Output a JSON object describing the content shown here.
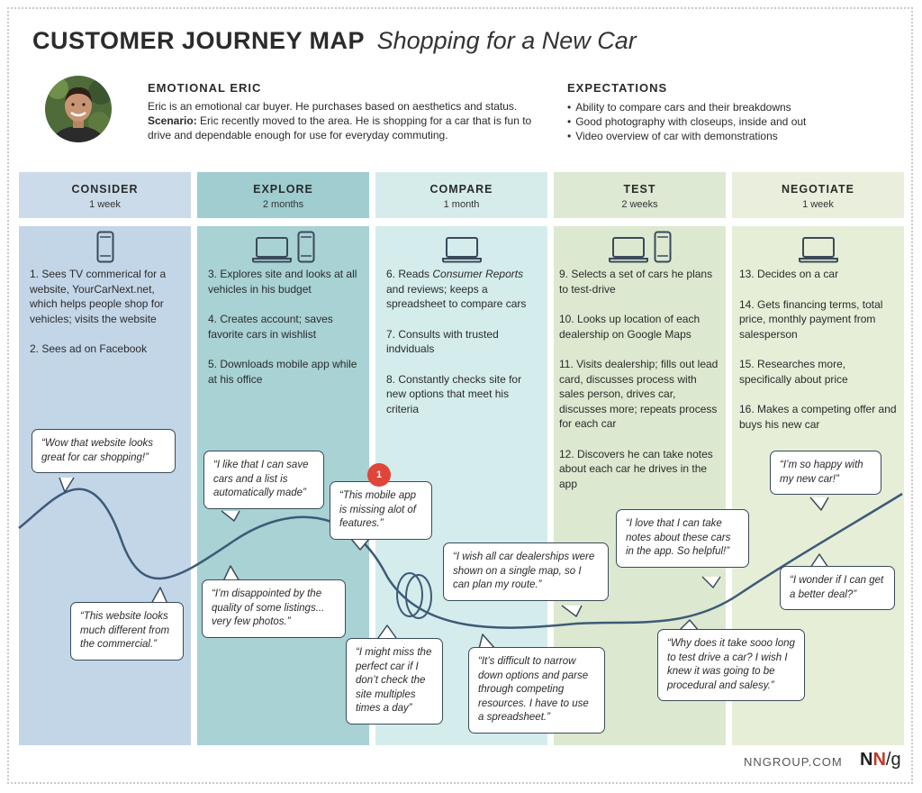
{
  "header": {
    "title": "CUSTOMER JOURNEY MAP",
    "subtitle": "Shopping for a New Car"
  },
  "persona": {
    "name": "EMOTIONAL ERIC",
    "line1": "Eric is an emotional car buyer. He purchases based on aesthetics and status.",
    "scenario_label": "Scenario:",
    "scenario_text": " Eric recently moved to the area. He is shopping for a car that is fun to drive and dependable enough for use for everyday commuting."
  },
  "expectations": {
    "title": "EXPECTATIONS",
    "items": [
      "Ability to compare cars and their breakdowns",
      "Good photography with closeups, inside and out",
      "Video overview of car with demonstrations"
    ]
  },
  "phases": [
    {
      "stage": "CONSIDER",
      "duration": "1 week",
      "devices": [
        "phone-icon"
      ],
      "steps": [
        {
          "num": "1.",
          "text": "Sees TV commerical for a website, YourCarNext.net, which helps people shop for vehicles; visits the website"
        },
        {
          "num": "2.",
          "text": "Sees ad on Facebook"
        }
      ]
    },
    {
      "stage": "EXPLORE",
      "duration": "2 months",
      "devices": [
        "laptop-icon",
        "phone-icon"
      ],
      "steps": [
        {
          "num": "3.",
          "text": "Explores site and looks at all vehicles in his budget"
        },
        {
          "num": "4.",
          "text": "Creates account; saves favorite cars in wishlist"
        },
        {
          "num": "5.",
          "text": "Downloads mobile app while at his office"
        }
      ]
    },
    {
      "stage": "COMPARE",
      "duration": "1 month",
      "devices": [
        "laptop-icon"
      ],
      "steps": [
        {
          "num": "6.",
          "text_prefix": "Reads ",
          "text_em": "Consumer Reports",
          "text": " and reviews; keeps a spreadsheet to compare cars"
        },
        {
          "num": "7.",
          "text": "Consults with trusted indviduals"
        },
        {
          "num": "8.",
          "text": "Constantly checks site for new options that meet his criteria"
        }
      ]
    },
    {
      "stage": "TEST",
      "duration": "2 weeks",
      "devices": [
        "laptop-icon",
        "phone-icon"
      ],
      "steps": [
        {
          "num": "9.",
          "text": "Selects a set of cars he plans to test-drive"
        },
        {
          "num": "10.",
          "text": "Looks up location of each dealership on Google Maps"
        },
        {
          "num": "11.",
          "text": "Visits dealership; fills out lead card, discusses process with sales person, drives car, discusses more; repeats process for each car"
        },
        {
          "num": "12.",
          "text": "Discovers he can take notes about each car he drives in the app"
        }
      ]
    },
    {
      "stage": "NEGOTIATE",
      "duration": "1 week",
      "devices": [
        "laptop-icon"
      ],
      "steps": [
        {
          "num": "13.",
          "text": "Decides on a car"
        },
        {
          "num": "14.",
          "text": "Gets financing terms, total price, monthly payment from salesperson"
        },
        {
          "num": "15.",
          "text": "Researches more, specifically about price"
        },
        {
          "num": "16.",
          "text": "Makes a competing offer and buys his new car"
        }
      ]
    }
  ],
  "quotes": [
    "“Wow that website looks great for car shopping!”",
    "“This website looks much different from the commercial.”",
    "“I like that I can save cars and a list is automatically made”",
    "“I’m disappointed by the quality of some listings... very few photos.”",
    "“This mobile app is missing alot of features.”",
    "“I might miss the perfect car if I don’t check the site multiples times a day”",
    "“I wish all car dealerships were shown on a single map, so I can plan my route.”",
    "“It’s difficult to narrow down options and parse through competing resources. I have to use a spreadsheet.”",
    "“I love that I can take notes about these cars in the app. So helpful!”",
    "“Why does it take sooo long to test drive a car? I wish I knew it was going to be procedural and salesy.”",
    "“I’m so happy with my new car!”",
    "“I wonder if I can get a better deal?”"
  ],
  "badge": "1",
  "footer": {
    "site": "NNGROUP.COM",
    "logo_n1": "N",
    "logo_n2": "N",
    "logo_g": "/g"
  }
}
